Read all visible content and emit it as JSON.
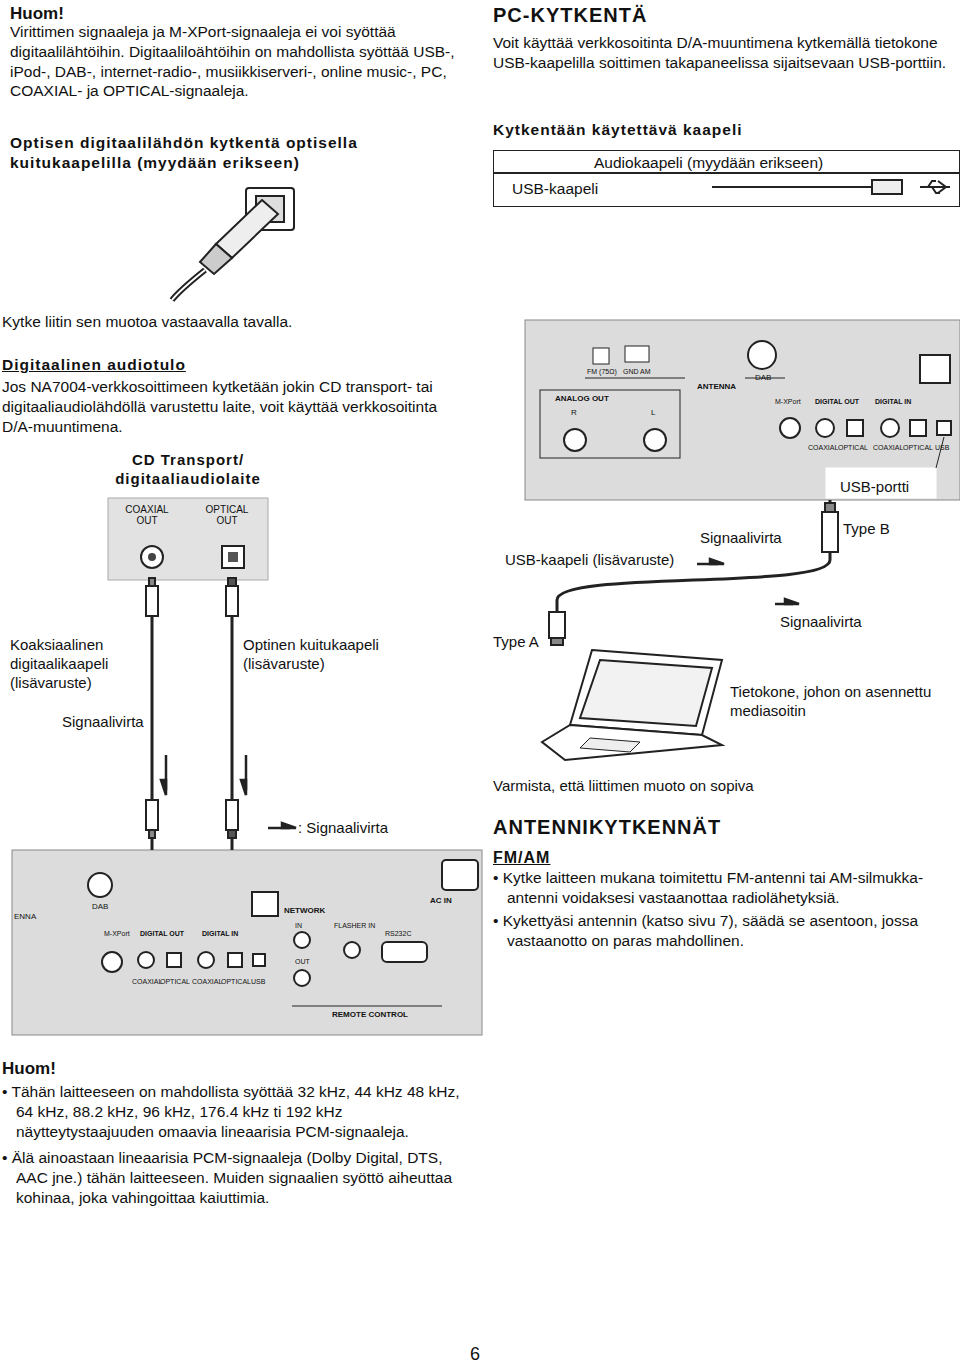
{
  "diagram": {
    "nodes": [
      {
        "text": [
          "Audiokaapeli (myydään erikseen)",
          "USB-kaapeli"
        ]
      },
      {
        "text": [
          "CD Transport/ digitaaliaudiolaite",
          "COAXIAL OUT",
          "OPTICAL OUT"
        ]
      },
      {
        "text": [
          "ENNA",
          "DAB",
          "NETWORK",
          "AC IN",
          "M-XPort",
          "DIGITAL OUT",
          "DIGITAL IN",
          "COAXIAL",
          "OPTICAL",
          "COAXIAL",
          "OPTICAL",
          "USB",
          "IN",
          "FLASHER IN",
          "OUT",
          "RS232C",
          "REMOTE CONTROL"
        ]
      },
      {
        "text": [
          "FM (75Ω)",
          "GND AM",
          "ANTENNA",
          "DAB",
          "ANALOG OUT",
          "R",
          "L",
          "M-XPort",
          "DIGITAL OUT",
          "DIGITAL IN",
          "COAXIAL",
          "OPTICAL",
          "COAXIAL",
          "OPTICAL",
          "USB"
        ]
      },
      {
        "text": [
          "Tietokone, johon on asennettu mediasoitin"
        ]
      }
    ],
    "edges": [
      {
        "from": 1,
        "to": 2,
        "arrow": "none"
      },
      {
        "from": 1,
        "to": 2,
        "arrow": "none"
      },
      {
        "from": 4,
        "to": 3,
        "arrow": "none"
      }
    ],
    "labels": [
      "Huom!",
      "Virittimen signaaleja ja M-XPort-signaaleja ei voi syöttää digitaalilähtöihin. Digitaaliloähtöihin on mahdollista syöttää USB-, iPod-, DAB-, internet-radio-, musiikkiserveri-, online music-, PC, COAXIAL- ja OPTICAL-signaaleja.",
      "Optisen digitaalilähdön kytkentä optisella kuitukaapelilla (myydään erikseen)",
      "Kytke liitin sen muotoa vastaavalla tavalla.",
      "Digitaalinen audiotulo",
      "Jos NA7004-verkkosoittimeen kytketään jokin CD transport- tai digitaaliaudiolähdöllä varustettu laite, voit käyttää verkkosoitinta D/A-muuntimena.",
      "Koaksiaalinen digitaalikaapeli (lisävaruste)",
      "Optinen kuitukaapeli (lisävaruste)",
      "Signaalivirta",
      "PC-KYTKENTÄ",
      "Voit käyttää verkkosoitinta D/A-muuntimena kytkemällä tietokone USB-kaapelilla soittimen takapaneelissa sijaitsevaan USB-porttiin.",
      "Kytkentään käytettävä kaapeli",
      "USB-portti",
      "Signaalivirta",
      "Type B",
      "USB-kaapeli (lisävaruste)",
      "Type A",
      "Signaalivirta",
      "Varmista, että liittimen muoto on sopiva",
      "ANTENNIKYTKENNÄT",
      "FM/AM",
      "• Kytke laitteen mukana toimitettu FM-antenni tai AM-silmukka-antenni voidaksesi vastaanottaa radiolähetyksiä.",
      "• Kykettyäsi antennin (katso sivu 7), säädä se asentoon, jossa vastaanotto on paras mahdollinen.",
      "Huom!",
      "• Tähän laitteeseen on mahdollista syöttää 32 kHz, 44 kHz 48 kHz, 64 kHz, 88.2 kHz, 96 kHz, 176.4 kHz ti 192 kHz näytteytystaajuuden omaavia lineaarisia PCM-signaaleja.",
      "• Älä ainoastaan lineaarisia PCM-signaaleja (Dolby Digital, DTS, AAC jne.) tähän laitteeseen. Muiden signaalien syöttö aiheuttaa kohinaa, joka vahingoittaa kaiuttimia.",
      "6"
    ],
    "legend": [
      {
        "text": ": Signaalivirta"
      }
    ]
  }
}
